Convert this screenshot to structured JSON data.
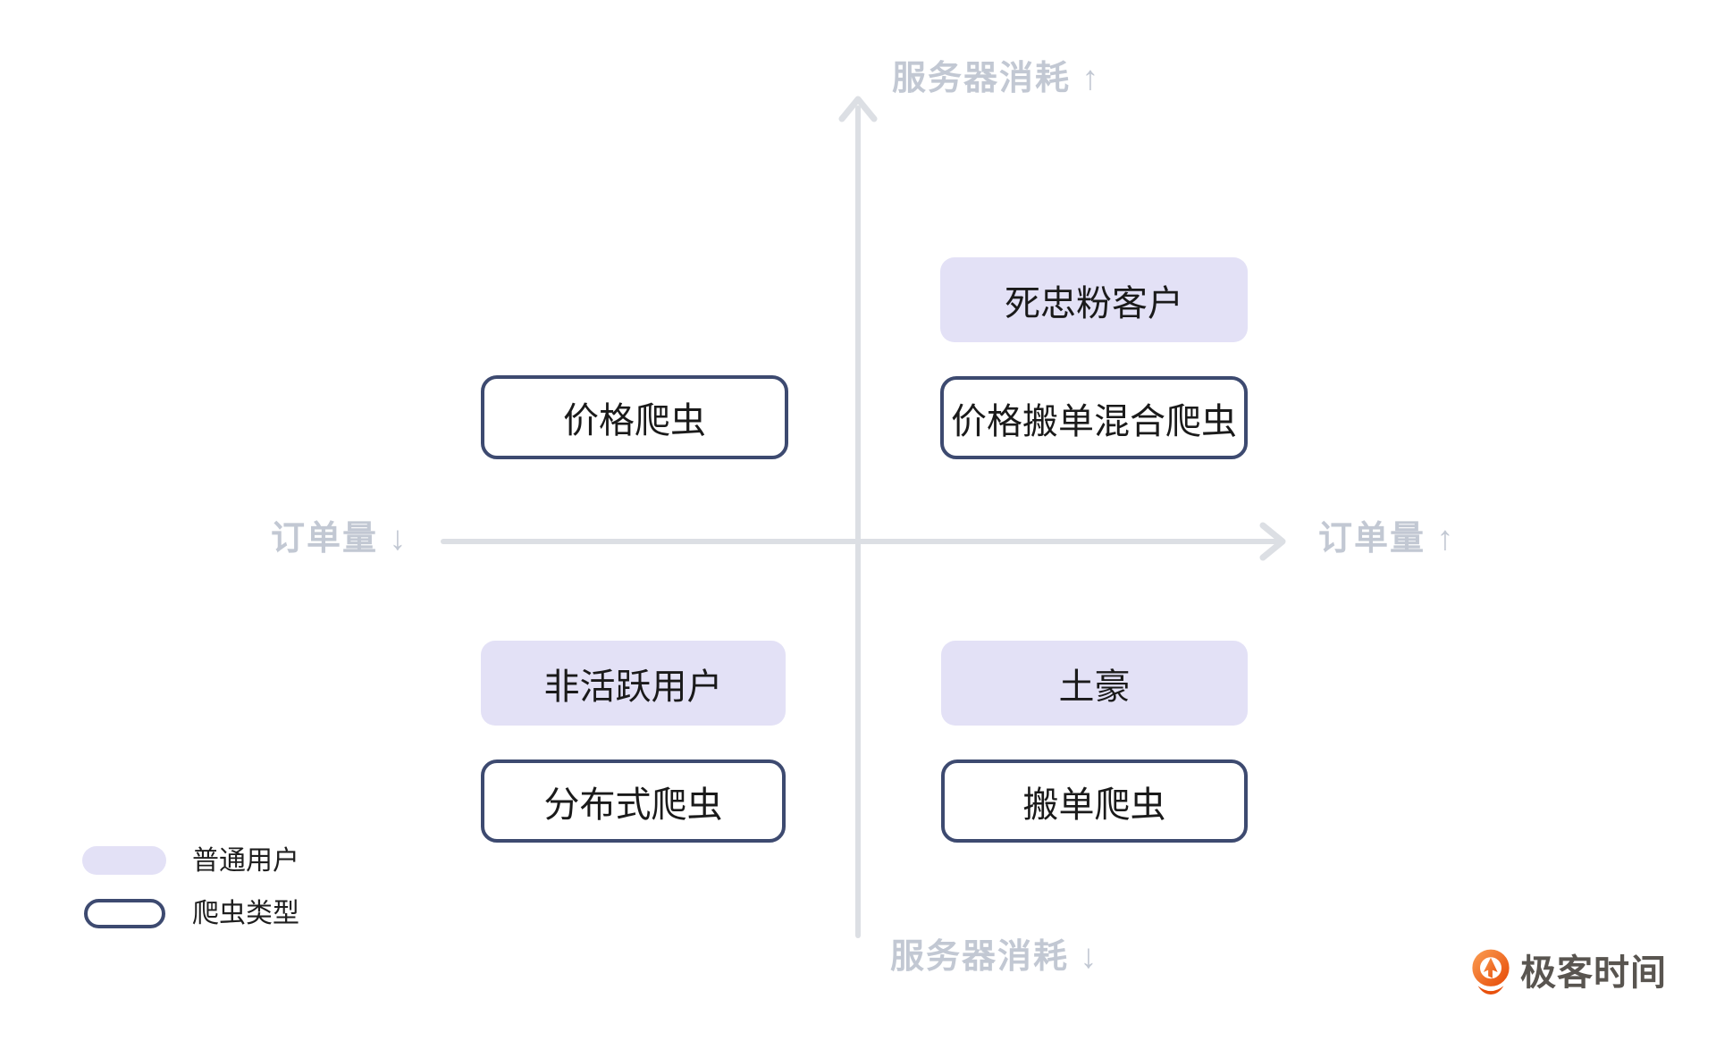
{
  "axes": {
    "y_top": "服务器消耗 ↑",
    "y_bottom": "服务器消耗 ↓",
    "x_left": "订单量 ↓",
    "x_right": "订单量 ↑"
  },
  "quadrants": {
    "top_left": {
      "crawler": "价格爬虫"
    },
    "top_right": {
      "user": "死忠粉客户",
      "crawler": "价格搬单混合爬虫"
    },
    "bottom_left": {
      "user": "非活跃用户",
      "crawler": "分布式爬虫"
    },
    "bottom_right": {
      "user": "土豪",
      "crawler": "搬单爬虫"
    }
  },
  "legend": {
    "user": "普通用户",
    "crawler": "爬虫类型"
  },
  "logo": {
    "text": "极客时间"
  },
  "colors": {
    "user_fill": "#E3E1F6",
    "crawler_border": "#3D4A70",
    "axis_line": "#DCDFE4",
    "axis_label": "#C2C8D3",
    "box_text": "#1A1A1A",
    "logo_text": "#595550",
    "logo_orange_start": "#F9964C",
    "logo_orange_end": "#E8510D"
  }
}
